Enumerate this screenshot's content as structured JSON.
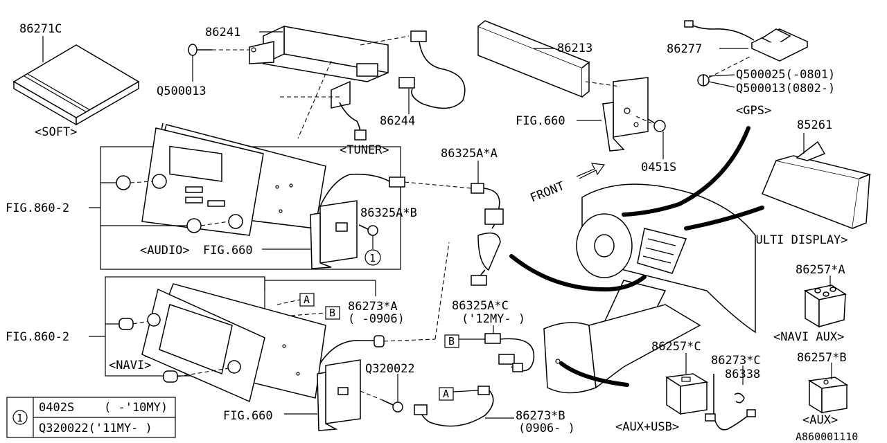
{
  "diagram_id": "A860001110",
  "parts": {
    "p86271C": "86271C",
    "p86241": "86241",
    "q500013_left": "Q500013",
    "p86244": "86244",
    "p86213": "86213",
    "fig660_top": "FIG.660",
    "p0451S": "0451S",
    "p86277": "86277",
    "q500025": "Q500025(-0801)",
    "q500013_gps": "Q500013(0802-)",
    "p85261": "85261",
    "fig860_2_top": "FIG.860-2",
    "fig660_audio": "FIG.660",
    "p86325A_A": "86325A*A",
    "p86325A_B": "86325A*B",
    "fig860_2_bottom": "FIG.860-2",
    "p86273A": "86273*A",
    "p86273A_date": "( -0906)",
    "p86325A_C": "86325A*C",
    "p86325A_C_date": "('12MY- )",
    "q320022": "Q320022",
    "fig660_navi": "FIG.660",
    "p86273B": "86273*B",
    "p86273B_date": "(0906-  )",
    "p86257C": "86257*C",
    "p86273C": "86273*C",
    "p86338": "86338",
    "p86257A": "86257*A",
    "p86257B": "86257*B"
  },
  "groups": {
    "soft": "<SOFT>",
    "tuner": "<TUNER>",
    "gps": "<GPS>",
    "multi_display": "<MULTI DISPLAY>",
    "audio": "<AUDIO>",
    "navi": "<NAVI>",
    "navi_aux": "<NAVI  AUX>",
    "aux_usb": "<AUX+USB>",
    "aux": "<AUX>",
    "front": "FRONT"
  },
  "markers": {
    "a": "A",
    "b": "B",
    "circle_1": "1"
  },
  "legend": {
    "number": "1",
    "row1_part": "0402S",
    "row1_range": "( -'10MY)",
    "row2_part": "Q320022('11MY- )"
  }
}
